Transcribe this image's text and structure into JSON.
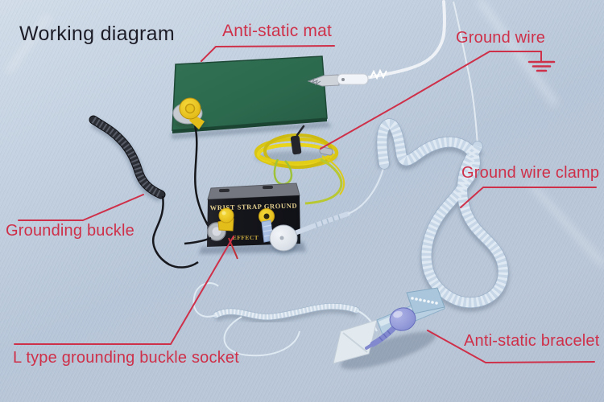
{
  "page": {
    "title": "Working diagram"
  },
  "annotations": {
    "anti_static_mat": {
      "label": "Anti-static mat"
    },
    "ground_wire": {
      "label": "Ground wire"
    },
    "ground_wire_clamp": {
      "label": "Ground wire clamp"
    },
    "grounding_buckle": {
      "label": "Grounding buckle"
    },
    "l_type_grounding_buckle_socket": {
      "label": "L type grounding buckle socket"
    },
    "anti_static_bracelet": {
      "label": "Anti-static bracelet"
    }
  },
  "grounder_box": {
    "line1": "WRIST STRAP GROUND",
    "line2": "EFFECT"
  },
  "icons": {
    "ground_symbol": "earth-ground-symbol"
  },
  "colors": {
    "annotation_red": "#cf3049",
    "title_text": "#1d1d28",
    "background_fabric": "#bcc9da",
    "mat_green": "#2e6b50",
    "ground_wire_yellow": "#e3d016",
    "coil_cord_blue": "#c5d5e5",
    "coil_cord_black": "#2a2d34",
    "grounder_box_black": "#17181d",
    "box_lettering_gold": "#e3cf8f"
  }
}
